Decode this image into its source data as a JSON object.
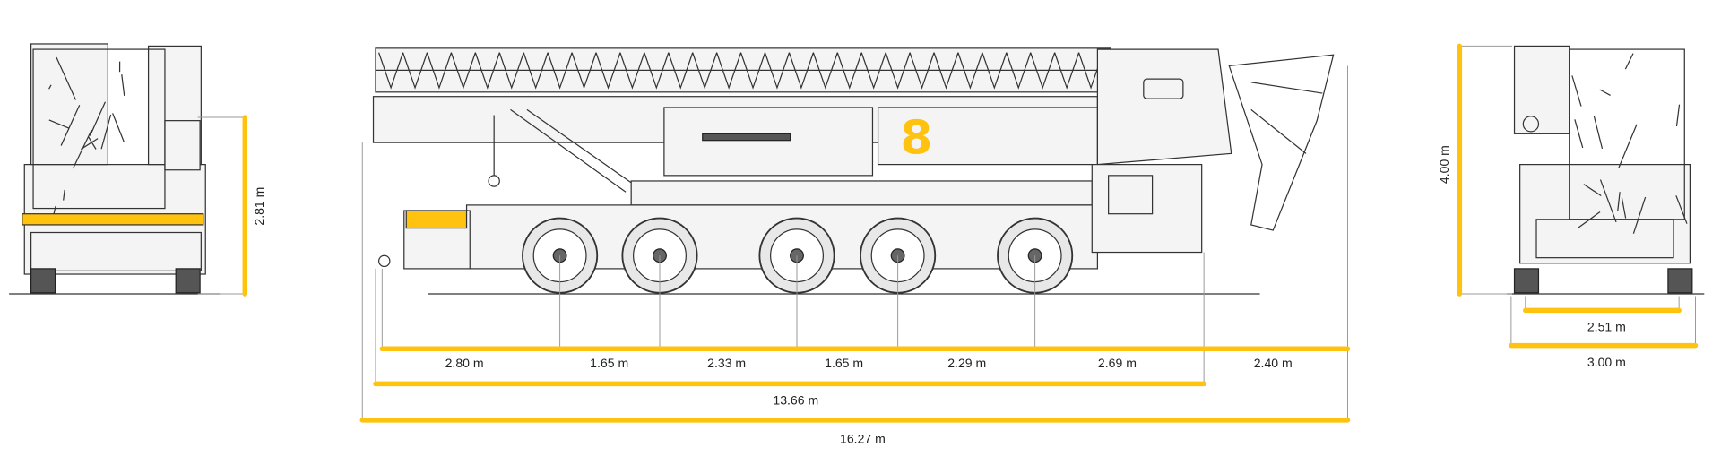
{
  "colors": {
    "accent": "#FFC20E",
    "line": "#333333",
    "text": "#222222"
  },
  "rear_view": {
    "height_label": "2.81 m"
  },
  "front_view": {
    "height_label": "4.00 m",
    "track_label": "2.51 m",
    "width_label": "3.00 m"
  },
  "side_view": {
    "segments": [
      "2.80 m",
      "1.65 m",
      "2.33 m",
      "1.65 m",
      "2.29 m",
      "2.69 m",
      "2.40 m"
    ],
    "chassis_length_label": "13.66 m",
    "total_length_label": "16.27 m"
  }
}
